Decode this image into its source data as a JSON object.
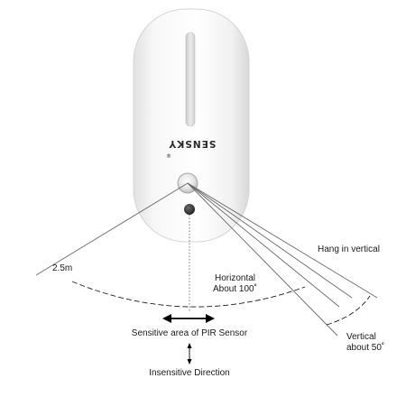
{
  "device": {
    "brand": "SENSKY",
    "brand_mark": "®"
  },
  "labels": {
    "range": "2.5m",
    "horizontal_line1": "Horizontal",
    "horizontal_line2": "About 100˚",
    "hang_vertical": "Hang in vertical",
    "vertical_line1": "Vertical",
    "vertical_line2": "about 50˚",
    "sensitive_area": "Sensitive area of PIR Sensor",
    "insensitive": "Insensitive Direction"
  },
  "colors": {
    "body_light": "#ffffff",
    "body_shade": "#e4e4e4",
    "light_strip": "#d9d9d9",
    "line": "#6a6a6a",
    "arrow": "#000000"
  }
}
